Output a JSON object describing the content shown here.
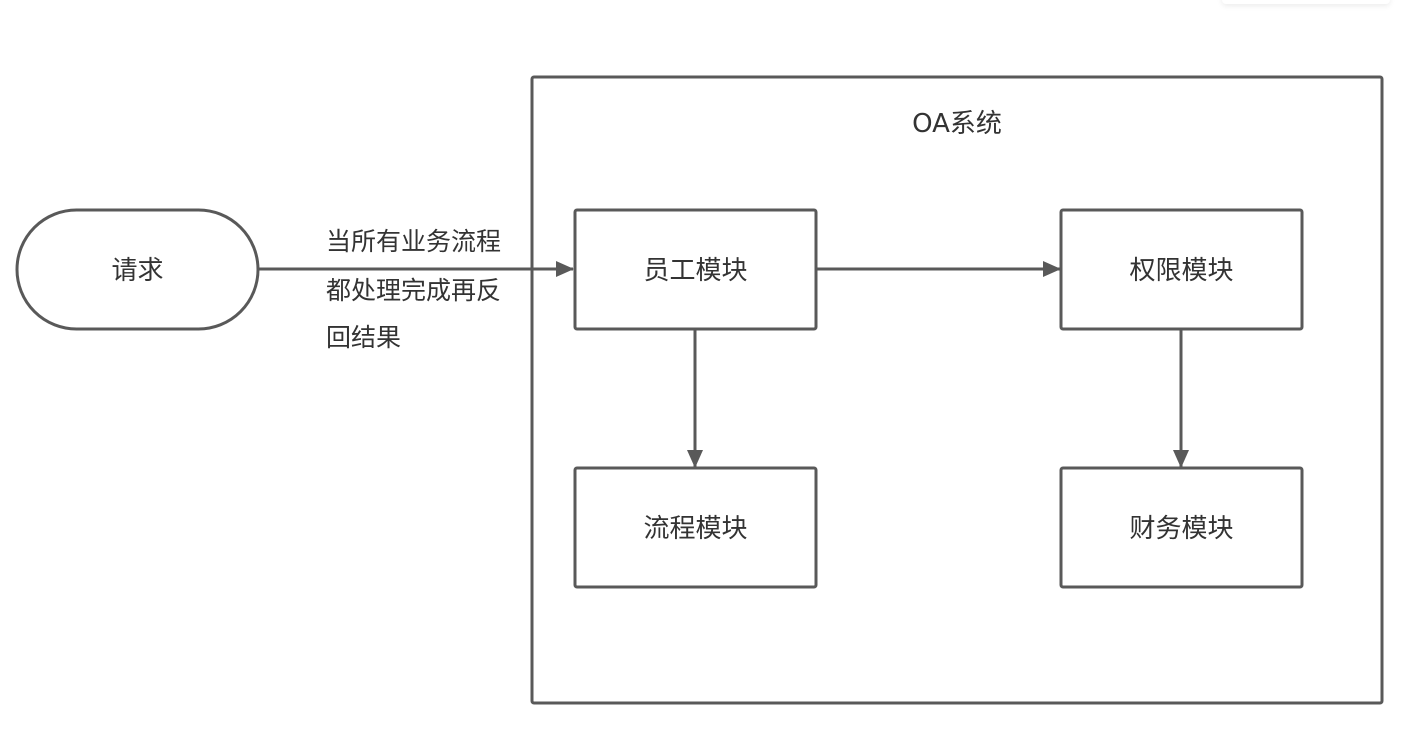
{
  "diagram": {
    "colors": {
      "stroke": "#595959",
      "text": "#333333",
      "background": "#ffffff"
    },
    "container": {
      "id": "oa-system",
      "label": "OA系统"
    },
    "nodes": [
      {
        "id": "request",
        "label": "请求",
        "shape": "terminator"
      },
      {
        "id": "employee",
        "label": "员工模块",
        "shape": "rect"
      },
      {
        "id": "permission",
        "label": "权限模块",
        "shape": "rect"
      },
      {
        "id": "process",
        "label": "流程模块",
        "shape": "rect"
      },
      {
        "id": "finance",
        "label": "财务模块",
        "shape": "rect"
      }
    ],
    "edges": [
      {
        "from": "request",
        "to": "employee",
        "label_lines": [
          "当所有业务流程",
          "都处理完成再反",
          "回结果"
        ]
      },
      {
        "from": "employee",
        "to": "permission"
      },
      {
        "from": "employee",
        "to": "process"
      },
      {
        "from": "permission",
        "to": "finance"
      }
    ]
  }
}
